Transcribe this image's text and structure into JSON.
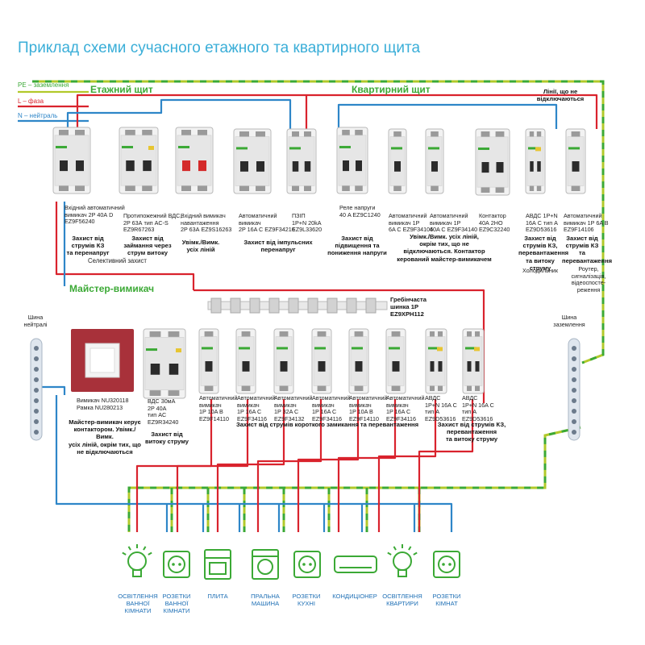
{
  "title": "Приклад схеми сучасного етажного та квартирного щита",
  "colors": {
    "pe": "#b2c92a",
    "phase": "#d9232d",
    "neutral": "#2e86c8",
    "accent_green": "#3ba935",
    "title_blue": "#3aaed8",
    "master_red": "#a8313a"
  },
  "legend": {
    "pe": "PE – заземлення",
    "phase": "L – фаза",
    "neutral": "N – нейтраль"
  },
  "sections": {
    "floor_panel": "Етажний щит",
    "apartment_panel": "Квартирний щит",
    "master_switch": "Майстер-вимикач"
  },
  "top_devices": [
    {
      "label": "Вхідний автоматичний\nвимикач 2P 40А D\nEZ9F56240"
    },
    {
      "label": "Протипожежний ВДС,\n2P 63А тип AC-S\nEZ9R67263"
    },
    {
      "label": "Вхідний вимикач\nнавантаження\n2P 63А EZ9S16263"
    },
    {
      "label": "Автоматичний\nвимикач\n2P 16A C EZ9F34216"
    },
    {
      "label": "ПЗІП\n1P+N 20kA\nEZ9L33620"
    },
    {
      "label": "Реле напруги\n40 A EZ9C1240"
    },
    {
      "label": "Автоматичний\nвимикач 1P\n6A C EZ9F34106"
    },
    {
      "label": "Автоматичний\nвимикач 1P\n40A C EZ9F34140"
    },
    {
      "label": "Контактор\n40А 2НО\nEZ9C32240"
    },
    {
      "label": "АВДС 1P+N\n16А С тип А\nEZ9D53616"
    },
    {
      "label": "Автоматичний\nвимикач 1P 6A B\nEZ9F14106"
    }
  ],
  "top_notes": {
    "kz_overload": "Захист від\nструмів КЗ\nта перенапруг",
    "fire": "Захист від\nзаймання через\nструм витоку",
    "onoff_all": "Увімк./Вимк.\nусіх ліній",
    "impulse": "Захист від імпульсних\nперенапруг",
    "voltage": "Захист від\nпідвищення та\nпониження напруги",
    "selective": "Селективний захист",
    "contactor_note": "Увімк./Вимк. усіх ліній,\nокрім тих, що не\nвідключаються. Контактор\nкерований майстер-вимикачем",
    "not_disconnected": "Лінії, що не\nвідключаються",
    "avds_note": "Захист від\nструмів КЗ,\nперевантаження\nта витоку\nструму",
    "mcb_note": "Захист від\nструмів КЗ\nта\nперевантаження",
    "fridge": "Холодильник",
    "router": "Роутер,\nсигналізація,\nвідеоспосте-\nреження"
  },
  "busbar": {
    "label": "Гребінчаста\nшинка 1P\nEZ9XPH112"
  },
  "bars": {
    "neutral": "Шина\nнейтралі",
    "ground": "Шина\nзаземлення"
  },
  "master": {
    "label": "Вимикач NU320118\nРамка NU280213",
    "note": "Майстер-вимикач керує\nконтактором. Увімк./Вимк.\nусіх ліній, окрім тих, що\nне відключаються"
  },
  "bottom_devices": [
    {
      "label": "ВДС 30мА\n2P 40A\nтип AC\nEZ9R34240"
    },
    {
      "label": "Автоматичний\nвимикач\n1P 10A B\nEZ9F14110"
    },
    {
      "label": "Автоматичний\nвимикач\n1P 16A C\nEZ9F34116"
    },
    {
      "label": "Автоматичний\nвимикач\n1P 32A C\nEZ9F34132"
    },
    {
      "label": "Автоматичний\nвимикач\n1P 16A C\nEZ9F34116"
    },
    {
      "label": "Автоматичний\nвимикач\n1P 10A B\nEZ9F14110"
    },
    {
      "label": "Автоматичний\nвимикач\n1P 16A C\nEZ9F34116"
    },
    {
      "label": "АВДС\n1P+N 16A C\nтип А\nEZ9D53616"
    },
    {
      "label": "АВДС\n1P+N 16A C\nтип А\nEZ9D53616"
    }
  ],
  "bottom_notes": {
    "leak": "Захист від\nвитоку струму",
    "kz_overload_lines": "Захист від струмів короткого замикання та перевантаження",
    "kz_leak": "Захист від струмів КЗ, перевантаження\nта витоку струму"
  },
  "consumers": [
    {
      "label": "ОСВІТЛЕННЯ\nВАННОЇ\nКІМНАТИ",
      "icon": "lightbulb-icon"
    },
    {
      "label": "РОЗЕТКИ\nВАННОЇ\nКІМНАТИ",
      "icon": "socket-icon"
    },
    {
      "label": "ПЛИТА",
      "icon": "stove-icon"
    },
    {
      "label": "ПРАЛЬНА\nМАШИНА",
      "icon": "washing-machine-icon"
    },
    {
      "label": "РОЗЕТКИ\nКУХНІ",
      "icon": "socket-icon"
    },
    {
      "label": "КОНДИЦІОНЕР",
      "icon": "air-conditioner-icon"
    },
    {
      "label": "ОСВІТЛЕННЯ\nКВАРТИРИ",
      "icon": "lightbulb-icon"
    },
    {
      "label": "РОЗЕТКИ\nКІМНАТ",
      "icon": "socket-icon"
    }
  ]
}
